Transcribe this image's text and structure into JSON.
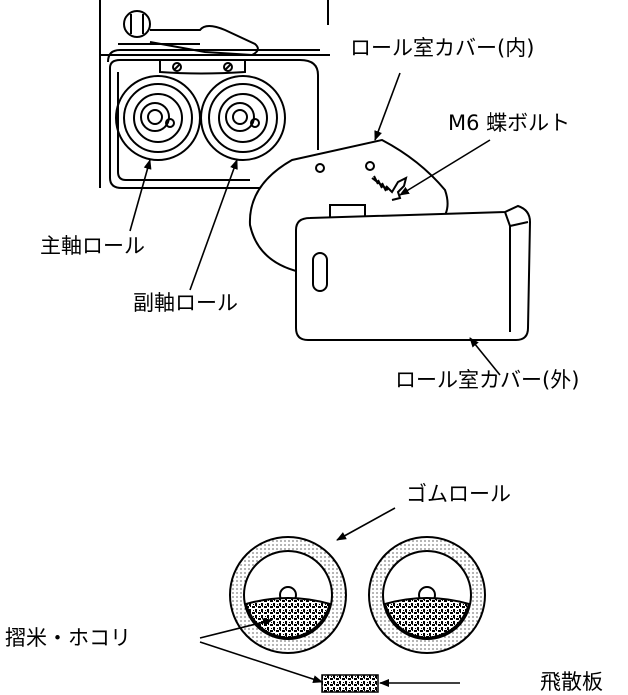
{
  "labels": {
    "inner_cover": "ロール室カバー(内)",
    "wing_bolt": "M6 蝶ボルト",
    "main_roll": "主軸ロール",
    "sub_roll": "副軸ロール",
    "outer_cover": "ロール室カバー(外)",
    "rubber_roll": "ゴムロール",
    "bran_dust": "摺米・ホコリ",
    "scatter_plate": "飛散板"
  }
}
